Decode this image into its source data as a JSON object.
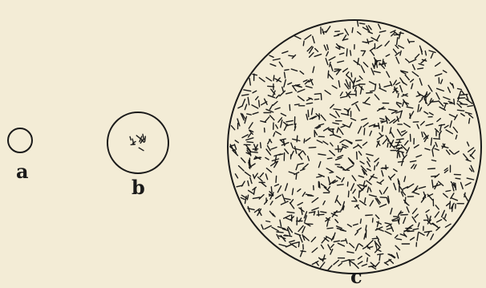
{
  "figure": {
    "panels": [
      {
        "id": "a",
        "label": "a"
      },
      {
        "id": "b",
        "label": "b"
      },
      {
        "id": "c",
        "label": "c"
      }
    ],
    "colors": {
      "background": "#f3ecd6",
      "ink": "#1a1a1a"
    }
  }
}
